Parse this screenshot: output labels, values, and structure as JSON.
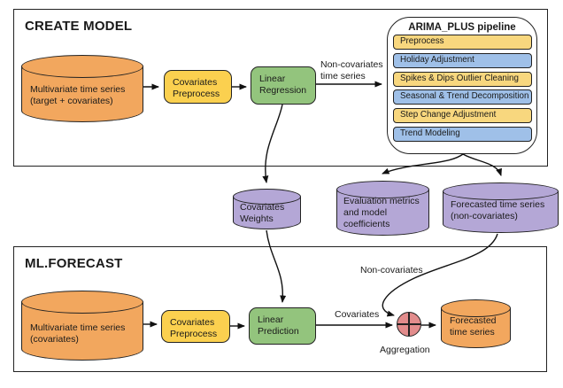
{
  "colors": {
    "orange": "#F2A75E",
    "yellow": "#FBD04F",
    "yellow_soft": "#F8D77E",
    "blue": "#9FC0E8",
    "green": "#93C47D",
    "purple": "#B4A7D6",
    "red": "#E28C8C"
  },
  "create_model": {
    "title": "CREATE MODEL",
    "source": {
      "lines": [
        "Multivariate time series",
        "(target + covariates)"
      ]
    },
    "preprocess": {
      "lines": [
        "Covariates",
        "Preprocess"
      ]
    },
    "regression": {
      "lines": [
        "Linear",
        "Regression"
      ]
    },
    "edge_label": {
      "lines": [
        "Non-covariates",
        "time series"
      ]
    },
    "pipeline": {
      "title": "ARIMA_PLUS pipeline",
      "steps": [
        {
          "label": "Preprocess",
          "color": "yellow"
        },
        {
          "label": "Holiday Adjustment",
          "color": "blue"
        },
        {
          "label": "Spikes & Dips Outlier Cleaning",
          "color": "yellow"
        },
        {
          "label": "Seasonal & Trend Decomposition",
          "color": "blue"
        },
        {
          "label": "Step Change Adjustment",
          "color": "yellow"
        },
        {
          "label": "Trend Modeling",
          "color": "blue"
        }
      ]
    }
  },
  "artifacts": {
    "covariates_weights": {
      "lines": [
        "Covariates",
        "Weights"
      ]
    },
    "evaluation": {
      "lines": [
        "Evaluation metrics",
        "and model",
        "coefficients"
      ]
    },
    "forecast_noncov": {
      "lines": [
        "Forecasted time series",
        "(non-covariates)"
      ]
    }
  },
  "ml_forecast": {
    "title": "ML.FORECAST",
    "source": {
      "lines": [
        "Multivariate time series",
        "(covariates)"
      ]
    },
    "preprocess": {
      "lines": [
        "Covariates",
        "Preprocess"
      ]
    },
    "prediction": {
      "lines": [
        "Linear",
        "Prediction"
      ]
    },
    "covariates_label": "Covariates",
    "noncovariates_label": "Non-covariates",
    "aggregation_label": "Aggregation",
    "output": {
      "lines": [
        "Forecasted",
        "time series"
      ]
    }
  }
}
